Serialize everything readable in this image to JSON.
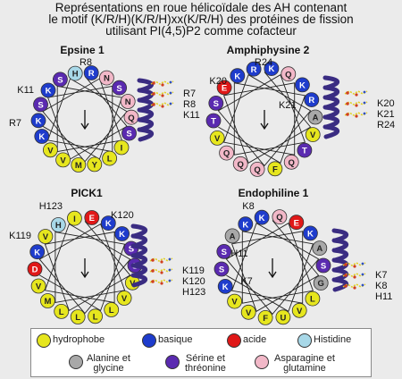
{
  "title": {
    "line1": "Représentations en roue hélicoïdale des AH contenant",
    "line2": "le motif (K/R/H)(K/R/H)xx(K/R/H) des protéines de fission",
    "line3": "utilisant PI(4,5)P2 comme cofacteur"
  },
  "colors": {
    "hydrophobe": "#e6e61e",
    "basique": "#1e3ccc",
    "acide": "#e01818",
    "histidine": "#a8d8e8",
    "alanine_glycine": "#a8a8a8",
    "serine_threonine": "#5a2ab0",
    "asparagine_glutamine": "#f2b8c8",
    "helix": "#3a2c82",
    "lipid_tail": "#e0d020",
    "lipid_head": "#d04020"
  },
  "wheels": [
    {
      "name": "Epsine 1",
      "residues": [
        {
          "letter": "H",
          "type": "histidine"
        },
        {
          "letter": "R",
          "type": "basique"
        },
        {
          "letter": "N",
          "type": "asparagine_glutamine"
        },
        {
          "letter": "S",
          "type": "serine_threonine"
        },
        {
          "letter": "N",
          "type": "asparagine_glutamine"
        },
        {
          "letter": "Q",
          "type": "asparagine_glutamine"
        },
        {
          "letter": "S",
          "type": "serine_threonine"
        },
        {
          "letter": "I",
          "type": "hydrophobe"
        },
        {
          "letter": "L",
          "type": "hydrophobe"
        },
        {
          "letter": "Y",
          "type": "hydrophobe"
        },
        {
          "letter": "M",
          "type": "hydrophobe"
        },
        {
          "letter": "V",
          "type": "hydrophobe"
        },
        {
          "letter": "V",
          "type": "hydrophobe"
        },
        {
          "letter": "K",
          "type": "basique"
        },
        {
          "letter": "K",
          "type": "basique"
        },
        {
          "letter": "S",
          "type": "serine_threonine"
        },
        {
          "letter": "K",
          "type": "basique"
        },
        {
          "letter": "S",
          "type": "serine_threonine"
        }
      ],
      "outside_labels": [
        "R8",
        "K11",
        "R7"
      ],
      "membrane_labels": [
        "R7",
        "R8",
        "K11"
      ]
    },
    {
      "name": "Amphiphysine 2",
      "residues": [
        {
          "letter": "R",
          "type": "basique"
        },
        {
          "letter": "K",
          "type": "basique"
        },
        {
          "letter": "Q",
          "type": "asparagine_glutamine"
        },
        {
          "letter": "K",
          "type": "basique"
        },
        {
          "letter": "R",
          "type": "basique"
        },
        {
          "letter": "A",
          "type": "alanine_glycine"
        },
        {
          "letter": "V",
          "type": "hydrophobe"
        },
        {
          "letter": "T",
          "type": "serine_threonine"
        },
        {
          "letter": "Q",
          "type": "asparagine_glutamine"
        },
        {
          "letter": "F",
          "type": "hydrophobe"
        },
        {
          "letter": "Q",
          "type": "asparagine_glutamine"
        },
        {
          "letter": "Q",
          "type": "asparagine_glutamine"
        },
        {
          "letter": "Q",
          "type": "asparagine_glutamine"
        },
        {
          "letter": "V",
          "type": "hydrophobe"
        },
        {
          "letter": "T",
          "type": "serine_threonine"
        },
        {
          "letter": "S",
          "type": "serine_threonine"
        },
        {
          "letter": "E",
          "type": "acide"
        },
        {
          "letter": "K",
          "type": "basique"
        }
      ],
      "outside_labels": [
        "R24",
        "K20",
        "K21"
      ],
      "membrane_labels": [
        "K20",
        "K21",
        "R24"
      ]
    },
    {
      "name": "PICK1",
      "residues": [
        {
          "letter": "I",
          "type": "hydrophobe"
        },
        {
          "letter": "E",
          "type": "acide"
        },
        {
          "letter": "K",
          "type": "basique"
        },
        {
          "letter": "K",
          "type": "basique"
        },
        {
          "letter": "S",
          "type": "serine_threonine"
        },
        {
          "letter": "S",
          "type": "serine_threonine"
        },
        {
          "letter": "V",
          "type": "hydrophobe"
        },
        {
          "letter": "V",
          "type": "hydrophobe"
        },
        {
          "letter": "L",
          "type": "hydrophobe"
        },
        {
          "letter": "L",
          "type": "hydrophobe"
        },
        {
          "letter": "L",
          "type": "hydrophobe"
        },
        {
          "letter": "L",
          "type": "hydrophobe"
        },
        {
          "letter": "M",
          "type": "hydrophobe"
        },
        {
          "letter": "V",
          "type": "hydrophobe"
        },
        {
          "letter": "D",
          "type": "acide"
        },
        {
          "letter": "K",
          "type": "basique"
        },
        {
          "letter": "V",
          "type": "hydrophobe"
        },
        {
          "letter": "H",
          "type": "histidine"
        }
      ],
      "outside_labels": [
        "H123",
        "K120",
        "K119"
      ],
      "membrane_labels": [
        "K119",
        "K120",
        "H123"
      ]
    },
    {
      "name": "Endophiline 1",
      "residues": [
        {
          "letter": "K",
          "type": "basique"
        },
        {
          "letter": "Q",
          "type": "asparagine_glutamine"
        },
        {
          "letter": "E",
          "type": "acide"
        },
        {
          "letter": "K",
          "type": "basique"
        },
        {
          "letter": "A",
          "type": "alanine_glycine"
        },
        {
          "letter": "S",
          "type": "serine_threonine"
        },
        {
          "letter": "G",
          "type": "alanine_glycine"
        },
        {
          "letter": "L",
          "type": "hydrophobe"
        },
        {
          "letter": "V",
          "type": "hydrophobe"
        },
        {
          "letter": "U",
          "type": "hydrophobe"
        },
        {
          "letter": "F",
          "type": "hydrophobe"
        },
        {
          "letter": "V",
          "type": "hydrophobe"
        },
        {
          "letter": "V",
          "type": "hydrophobe"
        },
        {
          "letter": "K",
          "type": "basique"
        },
        {
          "letter": "S",
          "type": "serine_threonine"
        },
        {
          "letter": "S",
          "type": "serine_threonine"
        },
        {
          "letter": "A",
          "type": "alanine_glycine"
        },
        {
          "letter": "K",
          "type": "basique"
        }
      ],
      "outside_labels": [
        "K8",
        "H11",
        "K7"
      ],
      "membrane_labels": [
        "K7",
        "K8",
        "H11"
      ]
    }
  ],
  "legend": [
    {
      "key": "hydrophobe",
      "label": "hydrophobe"
    },
    {
      "key": "basique",
      "label": "basique"
    },
    {
      "key": "acide",
      "label": "acide"
    },
    {
      "key": "histidine",
      "label": "Histidine"
    },
    {
      "key": "alanine_glycine",
      "label": "Alanine et\nglycine"
    },
    {
      "key": "serine_threonine",
      "label": "Sérine et\nthréonine"
    },
    {
      "key": "asparagine_glutamine",
      "label": "Asparagine et\nglutamine"
    }
  ]
}
